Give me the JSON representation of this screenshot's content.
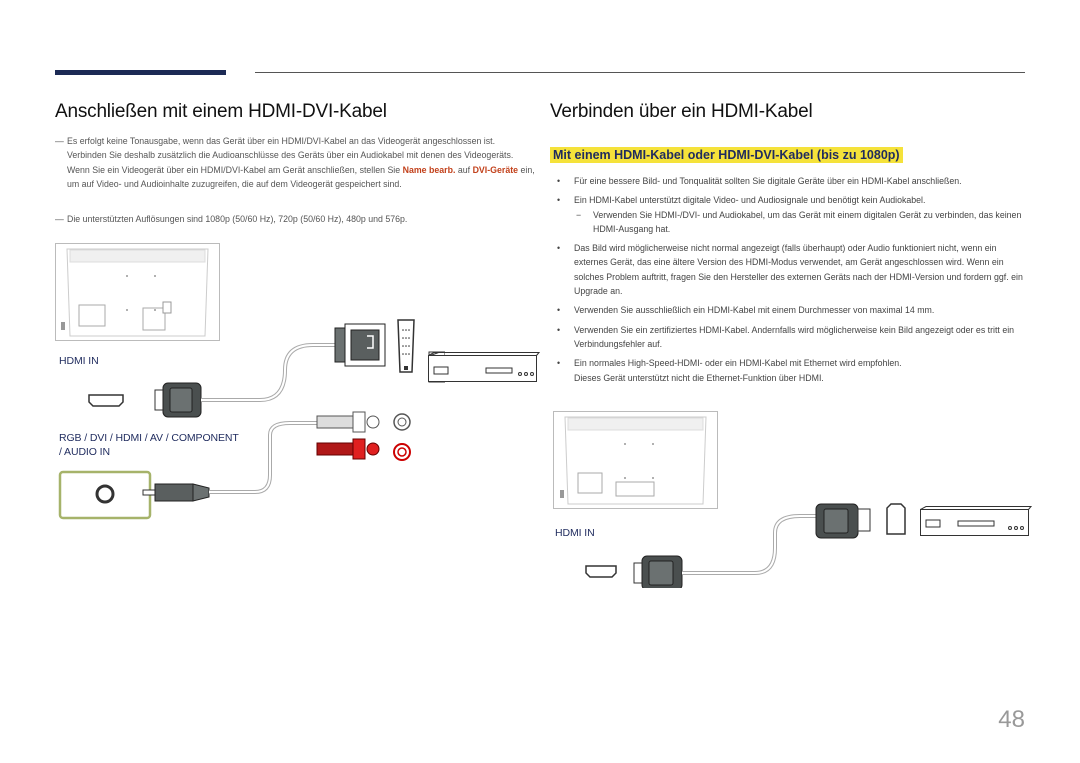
{
  "page_number": "48",
  "left": {
    "title": "Anschließen mit einem HDMI-DVI-Kabel",
    "note1_a": "Es erfolgt keine Tonausgabe, wenn das Gerät über ein HDMI/DVI-Kabel an das Videogerät angeschlossen ist. Verbinden Sie deshalb zusätzlich die Audioanschlüsse des Geräts über ein Audiokabel mit denen des Videogeräts. Wenn Sie ein Videogerät über ein HDMI/DVI-Kabel am Gerät anschließen, stellen Sie",
    "note1_hl1": "Name bearb.",
    "note1_mid": "auf",
    "note1_hl2": "DVI-Geräte",
    "note1_b": "ein, um auf Video- und Audioinhalte zuzugreifen, die auf dem Videogerät gespeichert sind.",
    "note2": "Die unterstützten Auflösungen sind 1080p (50/60 Hz), 720p (50/60 Hz), 480p und 576p.",
    "hdmi_in_label": "HDMI IN",
    "audio_label_1": "RGB / DVI / HDMI / AV / COMPONENT",
    "audio_label_2": "/ AUDIO IN"
  },
  "right": {
    "title": "Verbinden über ein HDMI-Kabel",
    "subtitle": "Mit einem HDMI-Kabel oder HDMI-DVI-Kabel (bis zu 1080p)",
    "bullets": [
      "Für eine bessere Bild- und Tonqualität sollten Sie digitale Geräte über ein HDMI-Kabel anschließen.",
      "Ein HDMI-Kabel unterstützt digitale Video- und Audiosignale und benötigt kein Audiokabel.",
      "Das Bild wird möglicherweise nicht normal angezeigt (falls überhaupt) oder Audio funktioniert nicht, wenn ein externes Gerät, das eine ältere Version des HDMI-Modus verwendet, am Gerät angeschlossen wird. Wenn ein solches Problem auftritt, fragen Sie den Hersteller des externen Geräts nach der HDMI-Version und fordern ggf. ein Upgrade an.",
      "Verwenden Sie ausschließlich ein HDMI-Kabel mit einem Durchmesser von maximal 14 mm.",
      "Verwenden Sie ein zertifiziertes HDMI-Kabel. Andernfalls wird möglicherweise kein Bild angezeigt oder es tritt ein Verbindungsfehler auf.",
      "Ein normales High-Speed-HDMI- oder ein HDMI-Kabel mit Ethernet wird empfohlen."
    ],
    "bullet2_subnote": "Verwenden Sie HDMI-/DVI- und Audiokabel, um das Gerät mit einem digitalen Gerät zu verbinden, das keinen HDMI-Ausgang hat.",
    "bullet6_extra": "Dieses Gerät unterstützt nicht die Ethernet-Funktion über HDMI.",
    "hdmi_in_label": "HDMI IN"
  }
}
